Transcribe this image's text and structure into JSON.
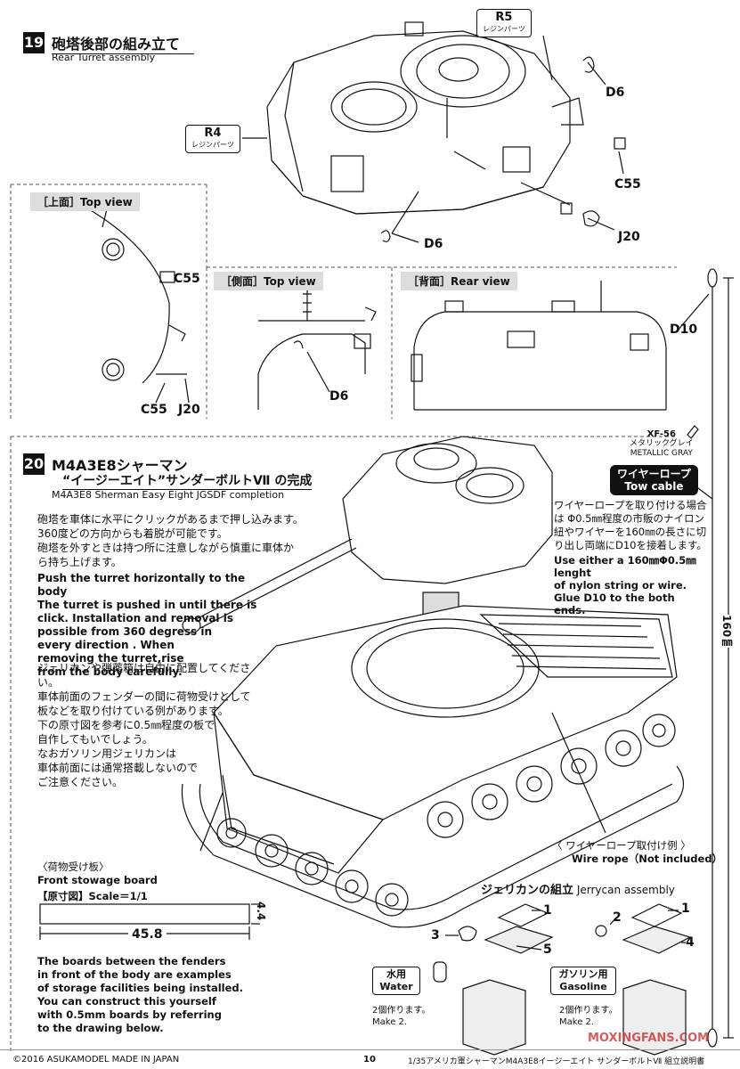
{
  "step19": {
    "number": "19",
    "title_jp": "砲塔後部の組み立て",
    "title_en": "Rear Turret assembly",
    "tag_r5": {
      "code": "R5",
      "sub": "レジンパーツ"
    },
    "tag_r4": {
      "code": "R4",
      "sub": "レジンパーツ"
    },
    "parts": {
      "d6_top": "D6",
      "c55_top": "C55",
      "j20_top": "J20",
      "d6_bottom": "D6"
    },
    "top_view": {
      "label": "［上面］Top view",
      "c55": "C55",
      "c55_b": "C55",
      "j20": "J20"
    },
    "side_view": {
      "label": "［側面］Top view",
      "d6": "D6"
    },
    "rear_view": {
      "label": "［背面］Rear view"
    }
  },
  "step20": {
    "number": "20",
    "title_jp": "M4A3E8シャーマン",
    "title_jp2": "“イージーエイト”サンダーボルトⅦ の完成",
    "title_en": "M4A3E8 Sherman Easy Eight JGSDF completion",
    "jp_turret_note": [
      "砲塔を車体に水平にクリックがあるまで押し込みます。",
      "360度どの方向からも着脱が可能です。",
      "砲塔を外すときは持つ所に注意しながら慎重に車体か",
      "ら持ち上げます。"
    ],
    "en_turret_note": [
      "Push the turret horizontally to the body",
      "The turret is pushed in until there is",
      "click. Installation and removal is",
      "possible from 360 degress in",
      "every direction . When",
      "removing the turret,rise",
      "from the body carefully."
    ],
    "jp_jerrycan_note": [
      "ジェリカンや弾薬箱は自由に配置してください。",
      "車体前面のフェンダーの間に荷物受けとして",
      "板などを取り付けている例があります。",
      "下の原寸図を参考に0.5㎜程度の板で",
      "自作してもいでしょう。",
      "なおガソリン用ジェリカンは",
      "車体前面には通常搭載しないので",
      "ご注意ください。"
    ],
    "paint": {
      "code": "XF-56",
      "jp": "メタリックグレイ",
      "en": "METALLIC GRAY"
    },
    "tow_badge": {
      "jp": "ワイヤーロープ",
      "en": "Tow cable"
    },
    "tow_jp": [
      "ワイヤーロープを取り付ける場合",
      "は Φ0.5㎜程度の市販のナイロン",
      "紐やワイヤーを160㎜の長さに切",
      "り出し両端にD10を接着します。"
    ],
    "tow_en": [
      "Use either a 160㎜Φ0.5㎜ lenght",
      "of nylon string or wire.",
      "Glue D10 to the both ends."
    ],
    "d10": "D10",
    "length": "160㎜",
    "wire_example": {
      "jp": "〈 ワイヤーロープ取付け例 〉",
      "en": "Wire rope（Not included）"
    },
    "board": {
      "jp": "〈荷物受け板〉",
      "en": "Front stowage board",
      "scale": "【原寸図】Scale＝1/1",
      "width": "45.8",
      "height": "4.4"
    },
    "board_note": [
      "The boards between the fenders",
      "in front of the body are examples",
      "of storage facilities being installed.",
      "You can construct  this yourself",
      "with 0.5mm boards by referring",
      "to the drawing below."
    ],
    "jerrycan": {
      "title_jp": "ジェリカンの組立",
      "title_en": "Jerrycan assembly",
      "water_jp": "水用",
      "water_en": "Water",
      "gas_jp": "ガソリン用",
      "gas_en": "Gasoline",
      "make_jp": "2個作ります。",
      "make_en": "Make 2.",
      "make_jp_b": "2個作ります。",
      "make_en_b": "Make 2.",
      "n1": "1",
      "n3": "3",
      "n5": "5",
      "n1b": "1",
      "n2": "2",
      "n4": "4"
    }
  },
  "footer": {
    "copyright": "©2016 ASUKAMODEL    MADE IN JAPAN",
    "page": "10",
    "title": "1/35アメリカ軍シャーマンM4A3E8イージーエイト サンダーボルトⅦ  組立説明書",
    "watermark": "MOXINGFANS.COM"
  }
}
